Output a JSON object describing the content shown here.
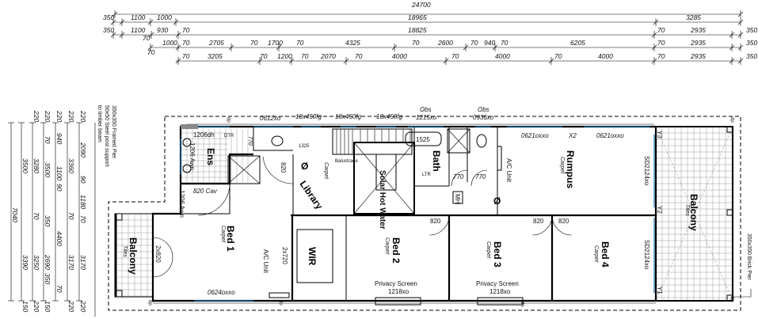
{
  "title": "First Floor Plan",
  "dimensions": {
    "overall": "24700",
    "row2": [
      "350",
      "1100",
      "1000",
      "18965",
      "3285"
    ],
    "row3": [
      "350",
      "1100",
      "930",
      "70",
      "70",
      "18825",
      "70",
      "2935",
      "350"
    ],
    "row4": [
      "70",
      "1000",
      "70",
      "2705",
      "70",
      "1700",
      "70",
      "4325",
      "70",
      "2600",
      "70",
      "940",
      "70",
      "6205",
      "70",
      "2935",
      "350"
    ],
    "row5": [
      "70",
      "3205",
      "70",
      "1200",
      "70",
      "2070",
      "70",
      "4000",
      "70",
      "4000",
      "70",
      "4000",
      "70",
      "2935",
      "350"
    ],
    "left": [
      [
        "7040"
      ],
      [
        "3500",
        "3390",
        "150"
      ],
      [
        "220",
        "3280",
        "70",
        "3250",
        "220"
      ],
      [
        "220",
        "70",
        "3500",
        "350",
        "2690",
        "350",
        "150"
      ],
      [
        "220",
        "940",
        "1100",
        "90",
        "4400",
        "70"
      ],
      [
        "220",
        "3360",
        "70",
        "3170",
        "220"
      ],
      [
        "220",
        "2090",
        "90",
        "1180",
        "70",
        "3170",
        "220"
      ]
    ]
  },
  "rooms": {
    "ens": "Ens",
    "library": "Library",
    "solar": "Solar Hot Water",
    "bath": "Bath",
    "rumpus": "Rumpus",
    "balcony_right": "Balcony",
    "balcony_left": "Balcony",
    "bed1": "Bed 1",
    "wir": "WIR",
    "bed2": "Bed 2",
    "bed3": "Bed 3",
    "bed4": "Bed 4"
  },
  "finishes": {
    "carpet": "Carpet",
    "tiles": "Tiles"
  },
  "openings": {
    "w_1206dh": "1206dh",
    "w_1206awn_a": "1206 Awn",
    "w_1206awn_b": "1206 Awn",
    "d_820cav": "820 Cav",
    "w_0612xo": "0612xo",
    "fg1": "18x450fg",
    "fg2": "18x450fg",
    "fg3": "18x450fg",
    "obs1": "Obs",
    "w_1215xo": "1215xo",
    "obs2": "Obs",
    "w_0936xo": "0936xo",
    "d_770_ens": "770",
    "d_820_lib": "820",
    "d_770_a": "770",
    "d_770_b": "770",
    "w_0621oxxo_a": "0621oxxo",
    "x2": "X2",
    "w_0621oxxo_b": "0621oxxo",
    "sd_a": "SD2124xo",
    "sd_b": "SD2124xo",
    "d_2x820": "2x820",
    "d_2x720": "2x720",
    "w_0624oxxo": "0624oxxo",
    "d_820_bed2": "820",
    "d_820_bed3": "820",
    "d_820_bed4": "820",
    "privacy1": "Privacy Screen",
    "w_1218xo_a": "1218xo",
    "privacy2": "Privacy Screen",
    "w_1218xo_b": "1218xo"
  },
  "fixtures": {
    "bath_len": "1525",
    "stair_len": "1325",
    "ac1": "A/C Unit",
    "ac2": "A/C Unit",
    "mh": "MH",
    "null1": "Ø",
    "null2": "Ø",
    "dtr": "DTR",
    "ltr": "LTR",
    "balustrade": "Balustrade",
    "y1": "Y1",
    "y2": "Y2",
    "y3": "Y3",
    "dp": "dp"
  },
  "notes": {
    "framed_pier_1": "350x350 Framed Pier",
    "framed_pier_2": "50x50 Steel post support",
    "framed_pier_3": "to timber beam",
    "brick_pier": "350x350 Brick Pier"
  }
}
